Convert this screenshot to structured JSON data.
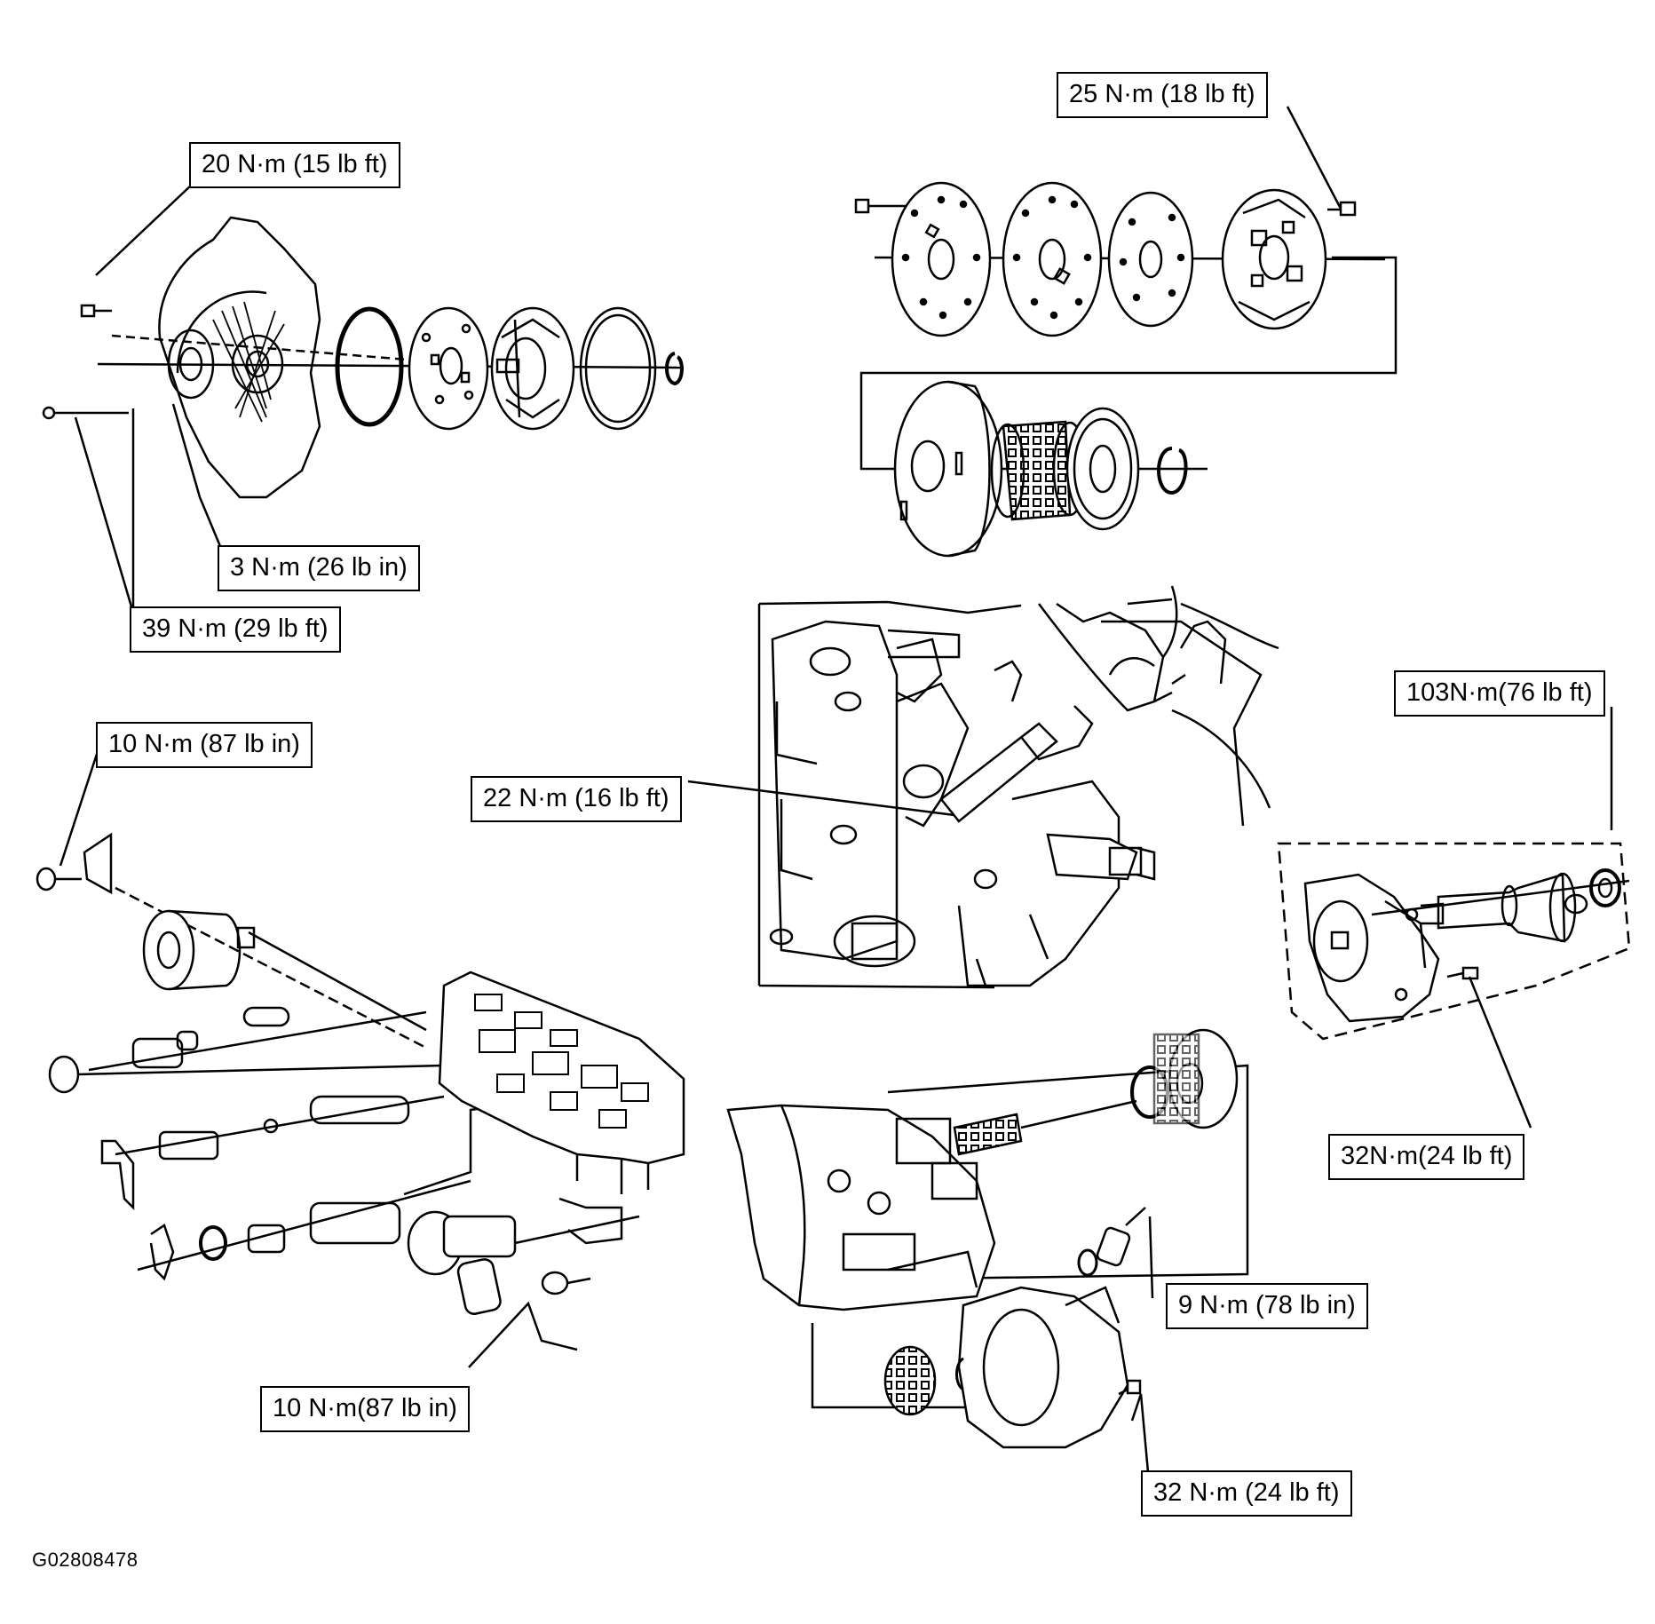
{
  "callouts": {
    "c1": "25 N·m (18 lb ft)",
    "c2": "20 N·m (15 lb ft)",
    "c3": "3 N·m (26 lb in)",
    "c4": "39 N·m (29 lb ft)",
    "c5": "10 N·m (87 lb in)",
    "c6": "22 N·m (16 lb ft)",
    "c7": "103N·m(76 lb ft)",
    "c8": "32N·m(24 lb ft)",
    "c9": "9 N·m (78 lb in)",
    "c10": "10 N·m(87 lb in)",
    "c11": "32 N·m (24 lb ft)"
  },
  "figure_id": "G02808478"
}
